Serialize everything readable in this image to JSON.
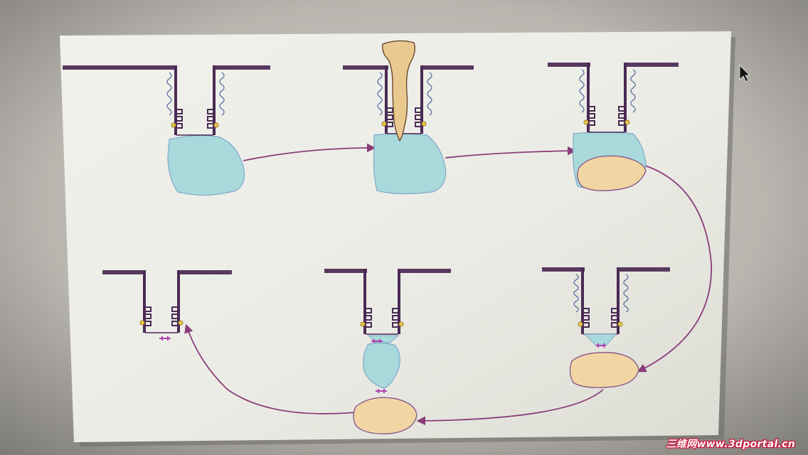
{
  "watermark": {
    "text": "三维网www.3dportal.cn"
  },
  "colors": {
    "outline": "#4a2a55",
    "wall": "#57395f",
    "liquid": "#aad9dc",
    "solid": "#f1d6a3",
    "arrow": "#8a3d78",
    "spring": "#5a6fa0",
    "sensor": "#e4c24a",
    "marker": "#b23fb0",
    "tool": "#e9c98f"
  },
  "diagram": {
    "stages": [
      {
        "id": "stage-1-liquid-fill",
        "row": "top",
        "liquid": true,
        "tool": false,
        "solid": false,
        "springs": true,
        "sensors": true
      },
      {
        "id": "stage-2-tool-inserted",
        "row": "top",
        "liquid": true,
        "tool": true,
        "solid": false,
        "springs": true,
        "sensors": true
      },
      {
        "id": "stage-3-solid-forming",
        "row": "top",
        "liquid": true,
        "tool": false,
        "solid": true,
        "springs": true,
        "sensors": true
      },
      {
        "id": "stage-4-solid-released",
        "row": "bottom",
        "liquid": true,
        "tool": false,
        "solid": true,
        "springs": true,
        "sensors": true,
        "marker": true
      },
      {
        "id": "stage-5-separation",
        "row": "bottom",
        "liquid": true,
        "tool": false,
        "solid": true,
        "springs": false,
        "sensors": true,
        "marker": true
      },
      {
        "id": "stage-6-empty-reset",
        "row": "bottom",
        "liquid": false,
        "tool": false,
        "solid": false,
        "springs": false,
        "sensors": true,
        "marker": true
      }
    ],
    "flow": [
      "stage-1-liquid-fill",
      "stage-2-tool-inserted",
      "stage-3-solid-forming",
      "stage-4-solid-released",
      "stage-5-separation",
      "stage-6-empty-reset"
    ]
  }
}
